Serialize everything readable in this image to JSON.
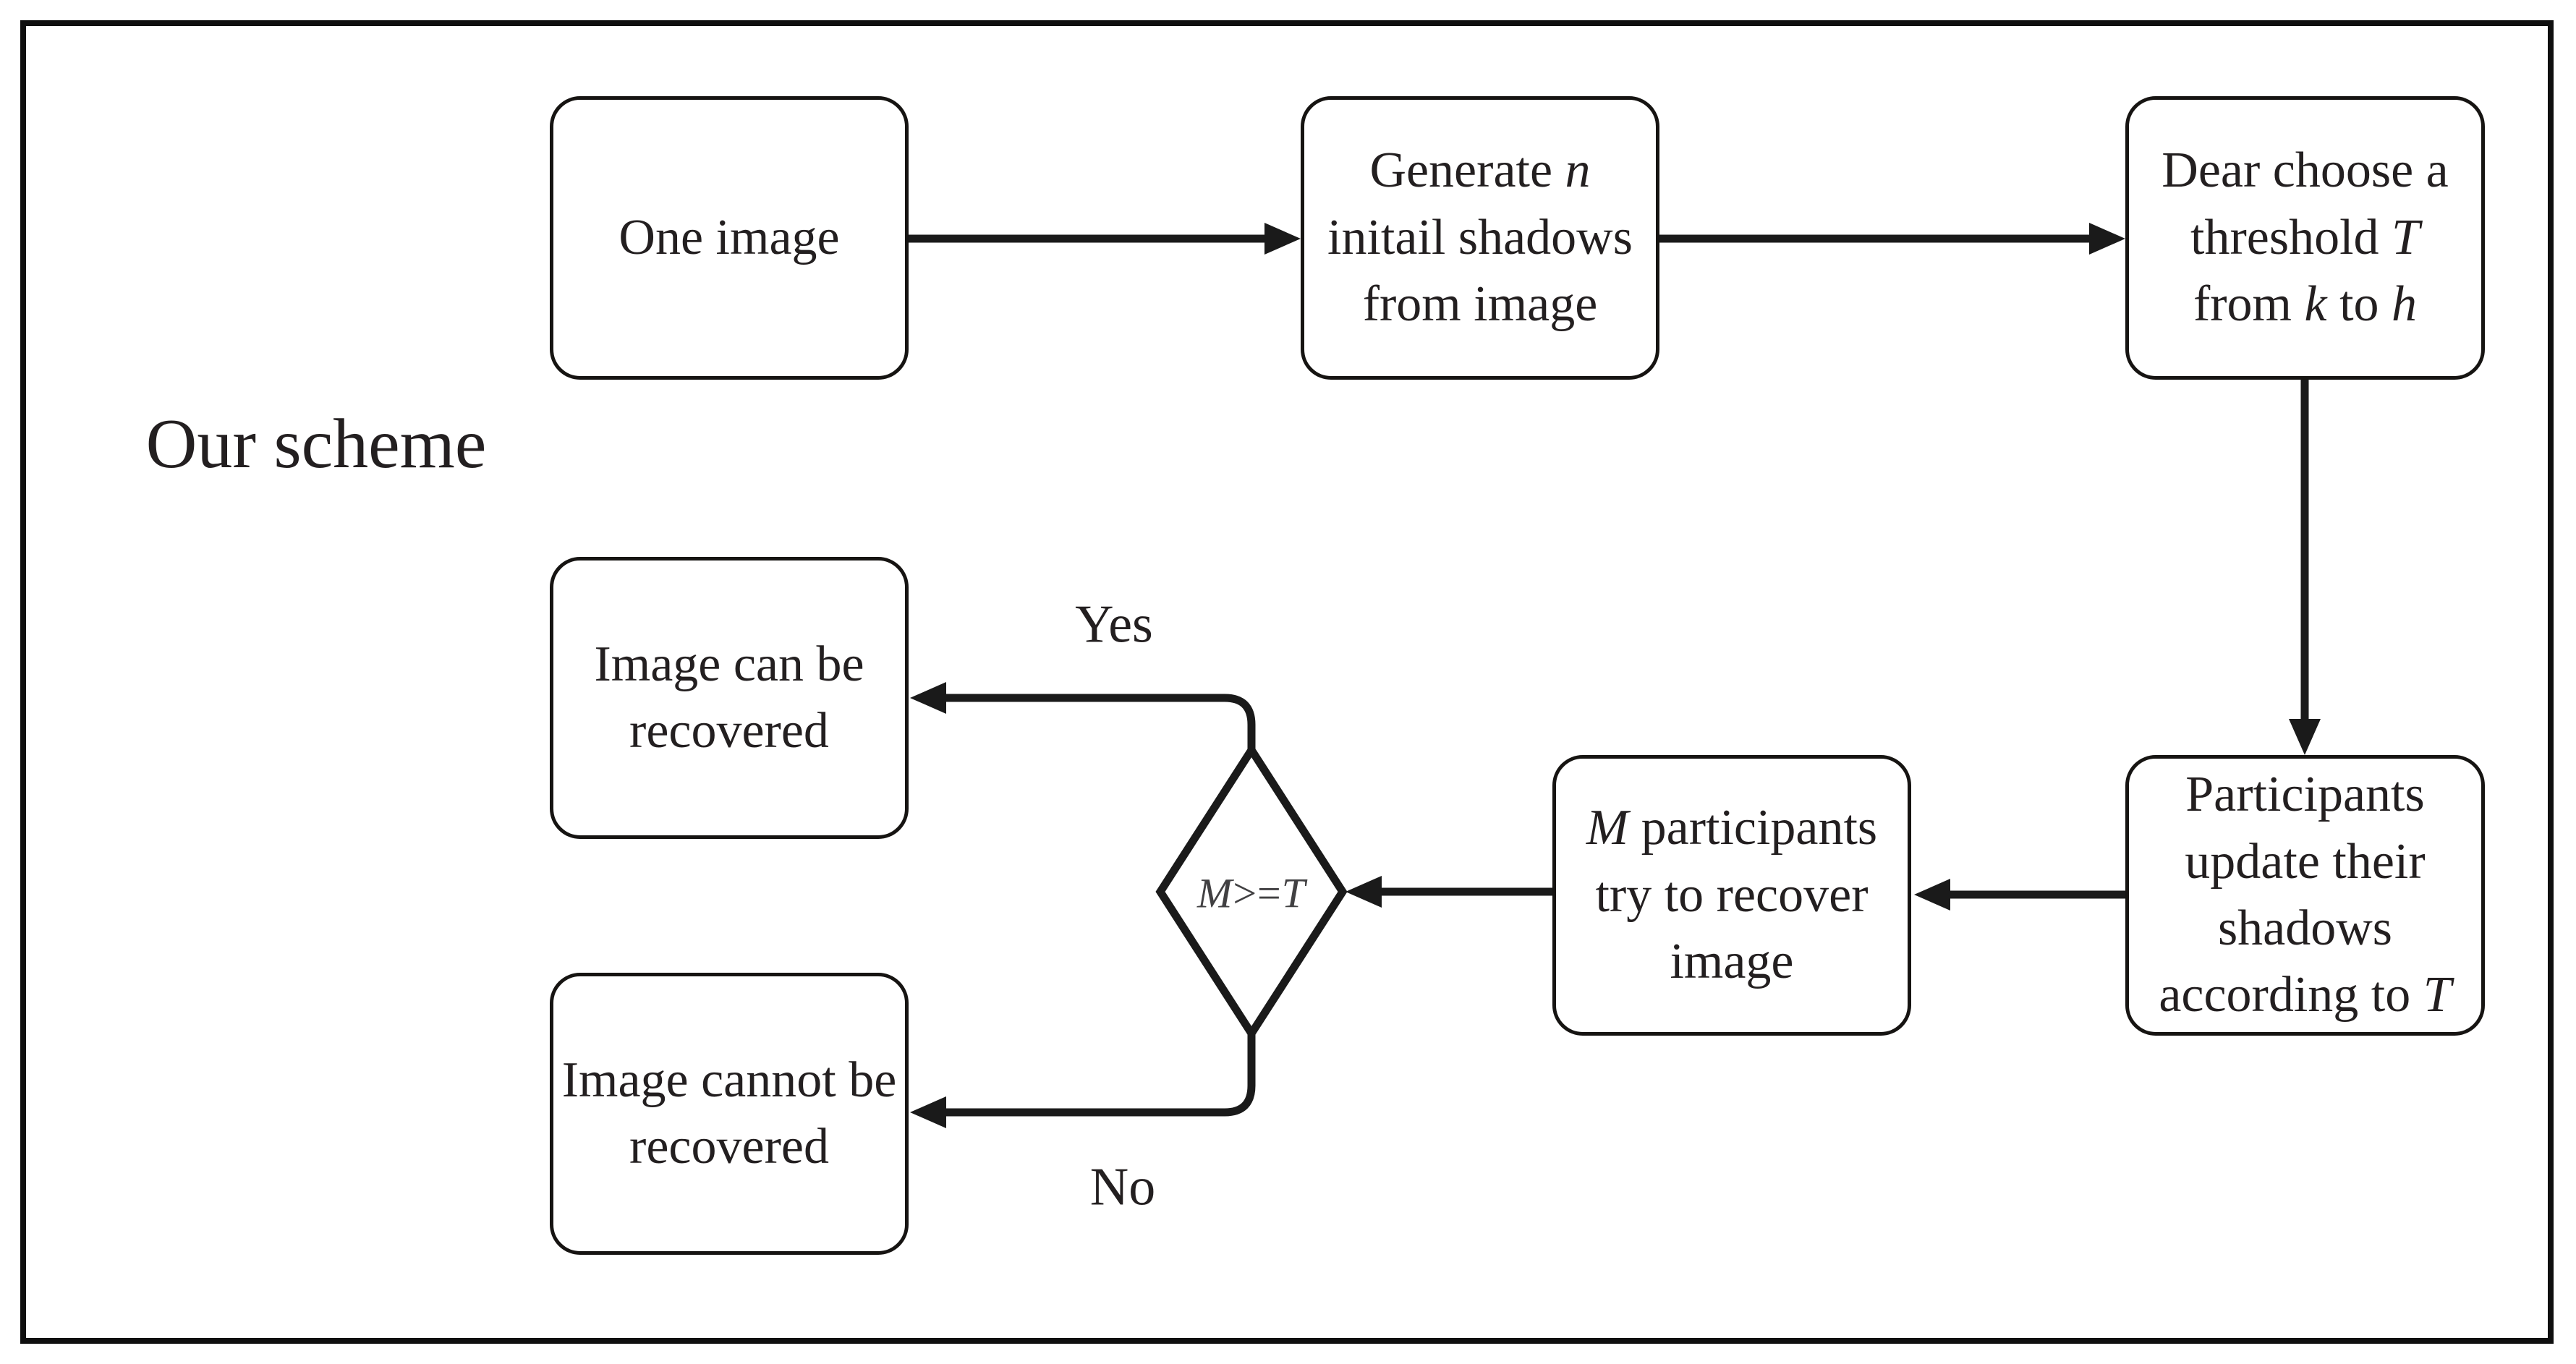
{
  "title": "Our scheme",
  "boxes": {
    "one_image": {
      "lines": [
        [
          {
            "t": "One image"
          }
        ]
      ]
    },
    "generate_shadows": {
      "lines": [
        [
          {
            "t": "Generate "
          },
          {
            "t": "n",
            "i": true
          }
        ],
        [
          {
            "t": "initail shadows"
          }
        ],
        [
          {
            "t": "from image"
          }
        ]
      ]
    },
    "choose_threshold": {
      "lines": [
        [
          {
            "t": "Dear choose a"
          }
        ],
        [
          {
            "t": "threshold "
          },
          {
            "t": "T",
            "i": true
          }
        ],
        [
          {
            "t": "from "
          },
          {
            "t": "k",
            "i": true
          },
          {
            "t": " to "
          },
          {
            "t": "h",
            "i": true
          }
        ]
      ]
    },
    "update_shadows": {
      "lines": [
        [
          {
            "t": "Participants"
          }
        ],
        [
          {
            "t": "update their"
          }
        ],
        [
          {
            "t": "shadows"
          }
        ],
        [
          {
            "t": "according to "
          },
          {
            "t": "T",
            "i": true
          }
        ]
      ]
    },
    "recover_attempt": {
      "lines": [
        [
          {
            "t": "M",
            "i": true
          },
          {
            "t": " participants"
          }
        ],
        [
          {
            "t": "try to recover"
          }
        ],
        [
          {
            "t": "image"
          }
        ]
      ]
    },
    "recovered": {
      "lines": [
        [
          {
            "t": "Image can be"
          }
        ],
        [
          {
            "t": "recovered"
          }
        ]
      ]
    },
    "not_recovered": {
      "lines": [
        [
          {
            "t": "Image cannot be"
          }
        ],
        [
          {
            "t": "recovered"
          }
        ]
      ]
    }
  },
  "decision": {
    "lines": [
      [
        {
          "t": "M",
          "i": true
        },
        {
          "t": ">="
        },
        {
          "t": "T",
          "i": true
        }
      ]
    ]
  },
  "edge_labels": {
    "yes": "Yes",
    "no": "No"
  },
  "colors": {
    "line": "#1a1a1a",
    "text": "#231f20",
    "decision_text": "#414042",
    "background": "#ffffff"
  }
}
